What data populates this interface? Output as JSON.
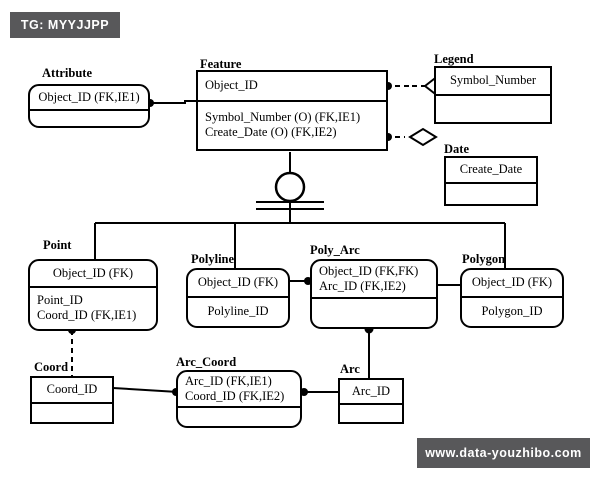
{
  "watermarks": {
    "tag": "TG: MYYJJPP",
    "url": "www.data-youzhibo.com"
  },
  "diagram": {
    "type": "er-diagram",
    "notation": "IDEF1X",
    "entities": [
      {
        "id": "attribute",
        "name": "Attribute",
        "corner": "rounded",
        "key_attributes": [
          "Object_ID (FK,IE1)"
        ],
        "nonkey_attributes": []
      },
      {
        "id": "feature",
        "name": "Feature",
        "corner": "square",
        "key_attributes": [
          "Object_ID"
        ],
        "nonkey_attributes": [
          "Symbol_Number (O) (FK,IE1)",
          "Create_Date (O) (FK,IE2)"
        ]
      },
      {
        "id": "legend",
        "name": "Legend",
        "corner": "square",
        "key_attributes": [
          "Symbol_Number"
        ],
        "nonkey_attributes": []
      },
      {
        "id": "date",
        "name": "Date",
        "corner": "square",
        "key_attributes": [
          "Create_Date"
        ],
        "nonkey_attributes": []
      },
      {
        "id": "point",
        "name": "Point",
        "corner": "rounded",
        "key_attributes": [
          "Object_ID (FK)"
        ],
        "nonkey_attributes": [
          "Point_ID",
          "Coord_ID (FK,IE1)"
        ]
      },
      {
        "id": "polyline",
        "name": "Polyline",
        "corner": "rounded",
        "key_attributes": [
          "Object_ID (FK)"
        ],
        "nonkey_attributes": [
          "Polyline_ID"
        ]
      },
      {
        "id": "poly_arc",
        "name": "Poly_Arc",
        "corner": "rounded",
        "key_attributes": [
          "Object_ID (FK,FK)",
          "Arc_ID (FK,IE2)"
        ],
        "nonkey_attributes": []
      },
      {
        "id": "polygon",
        "name": "Polygon",
        "corner": "rounded",
        "key_attributes": [
          "Object_ID (FK)"
        ],
        "nonkey_attributes": [
          "Polygon_ID"
        ]
      },
      {
        "id": "coord",
        "name": "Coord",
        "corner": "square",
        "key_attributes": [
          "Coord_ID"
        ],
        "nonkey_attributes": []
      },
      {
        "id": "arc_coord",
        "name": "Arc_Coord",
        "corner": "rounded",
        "key_attributes": [
          "Arc_ID (FK,IE1)",
          "Coord_ID (FK,IE2)"
        ],
        "nonkey_attributes": []
      },
      {
        "id": "arc",
        "name": "Arc",
        "corner": "square",
        "key_attributes": [
          "Arc_ID"
        ],
        "nonkey_attributes": []
      }
    ],
    "relationships": [
      {
        "from": "feature",
        "to": "attribute",
        "line": "solid",
        "marker": "dot"
      },
      {
        "from": "legend",
        "to": "feature",
        "line": "dashed",
        "marker": "dot-diamond"
      },
      {
        "from": "date",
        "to": "feature",
        "line": "dashed",
        "marker": "dot-diamond"
      },
      {
        "from": "feature",
        "to": "subtypes",
        "line": "solid",
        "marker": "category-circle"
      },
      {
        "from": "polyline",
        "to": "poly_arc",
        "line": "solid",
        "marker": "dot"
      },
      {
        "from": "polygon",
        "to": "poly_arc",
        "line": "solid",
        "marker": "dot"
      },
      {
        "from": "point",
        "to": "coord",
        "line": "dashed",
        "marker": "dot"
      },
      {
        "from": "poly_arc",
        "to": "arc",
        "line": "solid",
        "marker": "dot"
      },
      {
        "from": "coord",
        "to": "arc_coord",
        "line": "solid",
        "marker": "dot"
      },
      {
        "from": "arc",
        "to": "arc_coord",
        "line": "solid",
        "marker": "dot"
      }
    ],
    "subtype_children": [
      "point",
      "polyline",
      "poly_arc",
      "polygon"
    ]
  }
}
